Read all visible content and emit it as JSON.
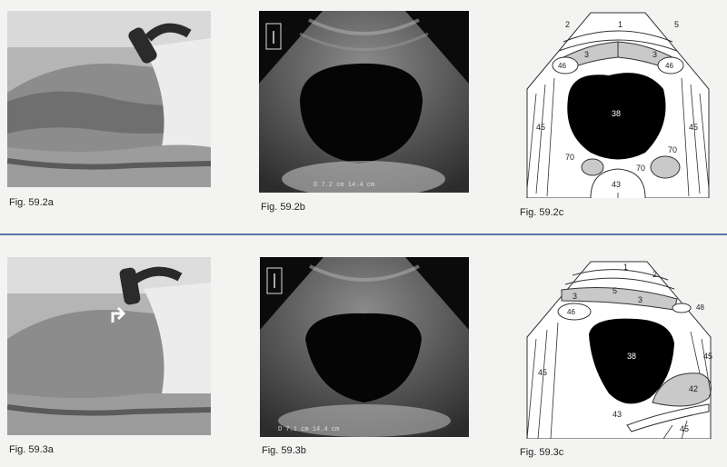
{
  "colors": {
    "divider": "#5a78a8",
    "organ_fill": "#c9c9c9",
    "bladder_fill": "#000000",
    "page_bg": "#f3f3f1"
  },
  "row1": {
    "photo_caption": "Fig. 59.2a",
    "us_caption": "Fig. 59.2b",
    "diagram_caption": "Fig. 59.2c",
    "us_readout": "D 7.2 cm  14.4 cm",
    "labels": {
      "l1": "1",
      "l2": "2",
      "l5": "5",
      "l3a": "3",
      "l3b": "3",
      "l46a": "46",
      "l46b": "46",
      "l45a": "45",
      "l45b": "45",
      "l38": "38",
      "l70a": "70",
      "l70b": "70",
      "l70c": "70",
      "l43": "43"
    }
  },
  "row2": {
    "photo_caption": "Fig. 59.3a",
    "us_caption": "Fig. 59.3b",
    "diagram_caption": "Fig. 59.3c",
    "us_readout": "D 7.1 cm  14.4 cm",
    "labels": {
      "l1": "1",
      "l2": "2",
      "l5": "5",
      "l3a": "3",
      "l3b": "3",
      "l46": "46",
      "l48": "48",
      "l45a": "45",
      "l45b": "45",
      "l45c": "45",
      "l38": "38",
      "l42": "42",
      "l43": "43"
    }
  }
}
